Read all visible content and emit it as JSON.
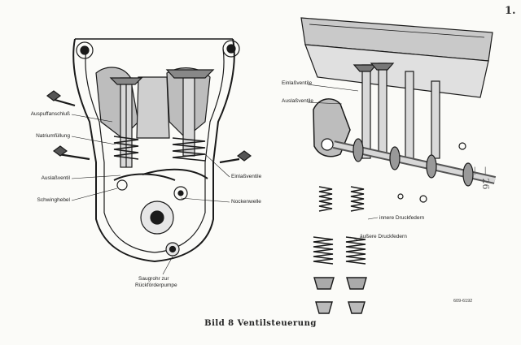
{
  "page_number_top": "1.",
  "page_number_side": "— 26 —",
  "left_diagram": {
    "labels": {
      "auspuff": "Auspuffanschluß",
      "natrium": "Natriumfüllung",
      "auslass": "Auslaßventil",
      "schwinghebel": "Schwinghebel",
      "einlass": "Einlaßventile",
      "nocken": "Nockenwelle",
      "saugrohr_line1": "Saugrohr zur",
      "saugrohr_line2": "Rückförderpumpe"
    }
  },
  "right_diagram": {
    "labels": {
      "einlass": "Einlaßventile",
      "auslass": "Auslaßventile",
      "innere": "innere Druckfedern",
      "aeussere": "äußere Druckfedern"
    }
  },
  "reference": "609-6192",
  "caption": "Bild 8   Ventilsteuerung"
}
